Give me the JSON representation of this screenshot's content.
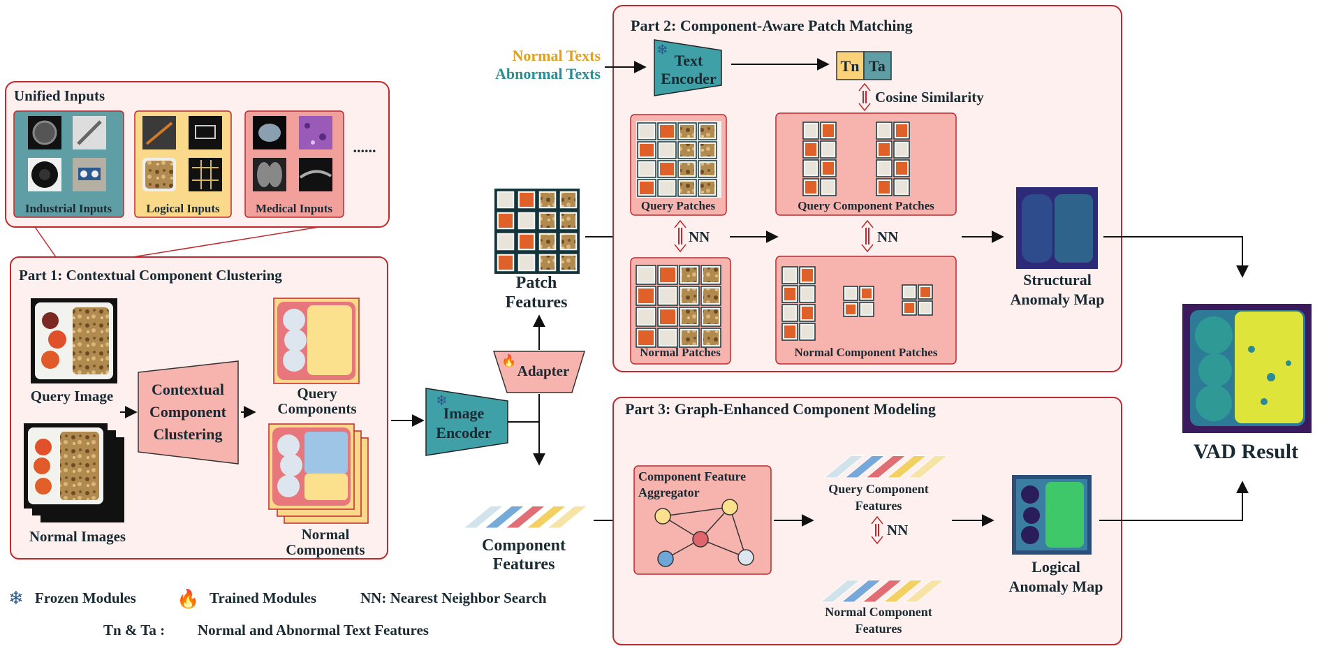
{
  "unified_inputs": {
    "title": "Unified Inputs",
    "industrial_label": "Industrial Inputs",
    "logical_label": "Logical Inputs",
    "medical_label": "Medical Inputs",
    "ellipsis": "......"
  },
  "part1": {
    "title": "Part 1: Contextual Component Clustering",
    "query_image": "Query Image",
    "normal_images": "Normal Images",
    "clustering_line1": "Contextual",
    "clustering_line2": "Component",
    "clustering_line3": "Clustering",
    "query_components_line1": "Query",
    "query_components_line2": "Components",
    "normal_components_line1": "Normal",
    "normal_components_line2": "Components"
  },
  "encoders": {
    "image_encoder_line1": "Image",
    "image_encoder_line2": "Encoder",
    "adapter": "Adapter",
    "patch_features_line1": "Patch",
    "patch_features_line2": "Features",
    "component_features_line1": "Component",
    "component_features_line2": "Features"
  },
  "part2": {
    "title": "Part 2: Component-Aware Patch Matching",
    "normal_texts": "Normal Texts",
    "abnormal_texts": "Abnormal Texts",
    "text_encoder_line1": "Text",
    "text_encoder_line2": "Encoder",
    "tn": "Tn",
    "ta": "Ta",
    "cosine_similarity": "Cosine Similarity",
    "query_patches": "Query Patches",
    "normal_patches": "Normal Patches",
    "query_component_patches": "Query Component Patches",
    "normal_component_patches": "Normal Component Patches",
    "nn": "NN",
    "structural_line1": "Structural",
    "structural_line2": "Anomaly Map"
  },
  "part3": {
    "title": "Part 3: Graph-Enhanced Component Modeling",
    "aggregator_line1": "Component Feature",
    "aggregator_line2": "Aggregator",
    "query_comp_feat_line1": "Query Component",
    "query_comp_feat_line2": "Features",
    "normal_comp_feat_line1": "Normal Component",
    "normal_comp_feat_line2": "Features",
    "nn": "NN",
    "logical_line1": "Logical",
    "logical_line2": "Anomaly Map"
  },
  "result": {
    "label": "VAD Result"
  },
  "legend": {
    "frozen": "Frozen Modules",
    "trained": "Trained Modules",
    "nn_def": "NN:  Nearest Neighbor Search",
    "tnta": "Tn & Ta :",
    "tnta_def": "Normal and Abnormal Text Features"
  },
  "colors": {
    "panel_fill": "#fdf0ee",
    "panel_stroke": "#c0282d",
    "pink_box": "#f7b3ae",
    "teal": "#3fa0a8",
    "industrial_fill": "#5e9ea4",
    "logical_fill": "#fbd98b",
    "normal_text_color": "#e0a020",
    "abnormal_text_color": "#2a8f94",
    "feature_colors": [
      "#cfe3ea",
      "#6fa6d8",
      "#e0666e",
      "#f2cf5a",
      "#f6e3a2"
    ]
  }
}
